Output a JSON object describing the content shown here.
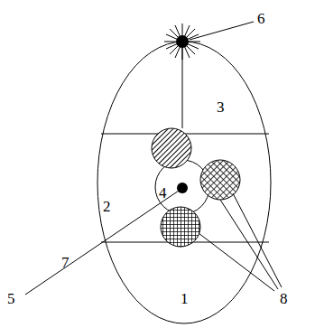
{
  "diagram": {
    "labels": [
      "6",
      "3",
      "2",
      "4",
      "5",
      "7",
      "1",
      "8"
    ]
  }
}
